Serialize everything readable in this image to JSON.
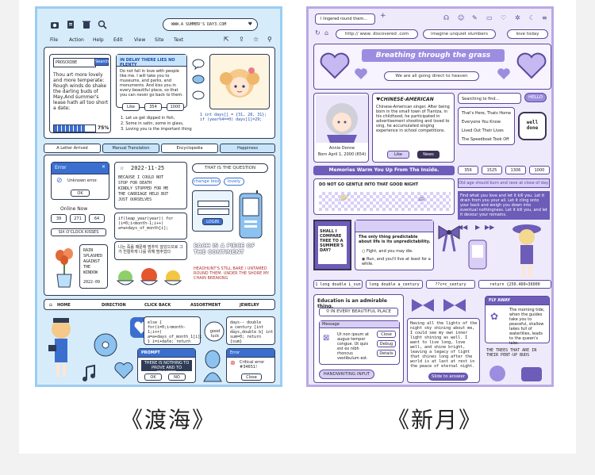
{
  "left": {
    "caption": "《渡海》",
    "address": "WWW.A SUMMER'S DAY3.COM",
    "menu": [
      "File",
      "Action",
      "Help",
      "Edit",
      "View",
      "Site",
      "Text"
    ],
    "search_value": "PROSCRIBE",
    "search_button": "Search",
    "para1": "Thou art more lovely and more temperate: Rough winds do shake the darling buds of May,And summer's lease hath all too short a date;",
    "progress_label": "75%",
    "progress": 0.75,
    "delay_title": "IN DELAY THERE LIES NO PLENTY",
    "delay_text": "Do not fall in love with people like me. I will take you to museums, and parks, and monuments. And kiss you in every beautiful place, so that you can never go back to them.",
    "like_label": "Like",
    "like_count": "354",
    "view_count": "1000",
    "code1": "1 int days[] = {31, 28, 31}; if (year%4==0) days[1]=29;",
    "list1": [
      "1. Let us get dipped in fish,",
      "2. Some in satin, some in glass,",
      "3. Loving you is the important thing"
    ],
    "tabs": [
      "A Letter Arrived",
      "Manual Translation",
      "Encyclopedia",
      "Happiness"
    ],
    "error_title": "Error",
    "error_text": "Unknown error.",
    "ok_label": "OK",
    "date": "2022-11-25",
    "poem": [
      "BECAUSE I COULD NOT",
      "STOP FOR DEATH",
      "KINDLY STOPPED FOR ME",
      "THE CARRIAGE HELD BUT",
      "JUST OURSELVES"
    ],
    "question": "THAT IS THE QUESTION",
    "chips": [
      "change less",
      "lovely"
    ],
    "online": "Online Now",
    "stats": [
      "39",
      "271",
      "64"
    ],
    "ticker": "SIX O'CLOCK KISSES",
    "code2": "if(leap_year(year)) for (i=0;i<month-1;i++) a=a+days_of_month[i];",
    "korean": "나는 죽음 때문에 멈추지 않았으므로 그가 친절하게 나를 위해 멈추었다",
    "login_label": "LOGIN",
    "each_is": "EACH IS A PIECE OF THE CONTINENT",
    "headline": "HEADHUNT'S STILL BARE / UNTAMED ROUND THEM. UNDER THE SHORE MY CHAIN BREAKING",
    "rain": [
      "RAIN",
      "SPLASHED",
      "AGAINST",
      "THE",
      "WINDOW"
    ],
    "rain_date": "2022-09",
    "nav": [
      "HOME",
      "DIRECTION",
      "CLICK BACK",
      "ASSORTMENT",
      "JEWELRY"
    ],
    "code3": "else { for(i=0;i<month-1;i++) a=a+days_of_month_1[i]; } i=i+date; return",
    "prompt_title": "PROMPT",
    "prompt_text": "THERE IS NOTHING TO PROVE AND TO PROCEED",
    "ok2": "OK",
    "no_label": "NO",
    "error2_title": "Error",
    "error2_text": "Critical error #34651!",
    "close_label": "Close",
    "good_luck": "good luck",
    "code4": "days-- double a_century [int days,double b] int sum=0; return {sum}"
  },
  "right": {
    "caption": "《新月》",
    "tab_title": "I lingered round them...",
    "url": "http:// www. discovered .com",
    "search": "imagine unquiet slumbers",
    "love": "love today",
    "banner": "Breathing through the grass",
    "heaven": "We are all going direct to heaven",
    "profile_name": "Annie Donne",
    "profile_date": "Born April 1, 2000 (654)",
    "bio_title": "CHINESE-AMERICAN",
    "bio_text": "Chinese-American singer. After being born in the small town of Tiantza, in his childhood, he participated in advertisement shooting and loved to sing, he accumulated singing experience in school competitions.",
    "like_btn": "Like",
    "news_btn": "News",
    "searching": "Searching to find...",
    "hello": "HELLO",
    "list": [
      "That's Here, Thats Home",
      "Everyone You Know",
      "Lived Out Their Lives",
      "The Speedboat Took Off"
    ],
    "well_done": "well done",
    "memories": "Memories Warm You Up From The Inside.",
    "stats": [
      "356",
      "1525",
      "1306",
      "1000"
    ],
    "old_age": "Old age should burn and rave at close of day.",
    "gentle": "DO NOT GO GENTLE INTO THAT GOOD NIGHT",
    "find_text": "Find what you love and let it kill you. Let it drain from you your all. Let it cling onto your back and weigh you down into eventual nothingness. Let it kill you, and let it devour your remains.",
    "shall_i": "SHALL I COMPARE THEE TO A SUMMER'S DAY?",
    "predictable": "The only thing predictable about life is its unpredictability.",
    "fight": "Fight, and you may die.",
    "run": "Run, and you'll live at least for a while.",
    "code_strip": [
      "1 long double L_sun",
      "long double a_century",
      "??c=c_century",
      "return {250.460+36000"
    ],
    "education": "Education is an admirable thing.",
    "every_place": "IN EVERY BEAUTIFUL PLACE",
    "message_title": "Message",
    "message_text": "Ut non ipsum at augue tempor congue. Ut quis est ex nibh rhoncus vestibulum est.",
    "msg_buttons": [
      "Close",
      "Debug",
      "Details"
    ],
    "handwriting": "HANDWRITING INPUT",
    "mono_text": "Having all the lights of the night sky shining about me, I could see my own inner light shining as well. I want to live long, love well, and shine bright, leaving a legacy of light that shines long after the world is at last at rest in the peace of eternal night.",
    "slide": "Slide to answer",
    "fly_title": "FLY AWAY",
    "fly_text": "The morning tide, when the guides take you to peaceful, shallow lakes full of waterlilies, leads to the queen's lake.",
    "trees": "THE TREES THAT ARE IN THEIR PENT-UP BUDS"
  }
}
